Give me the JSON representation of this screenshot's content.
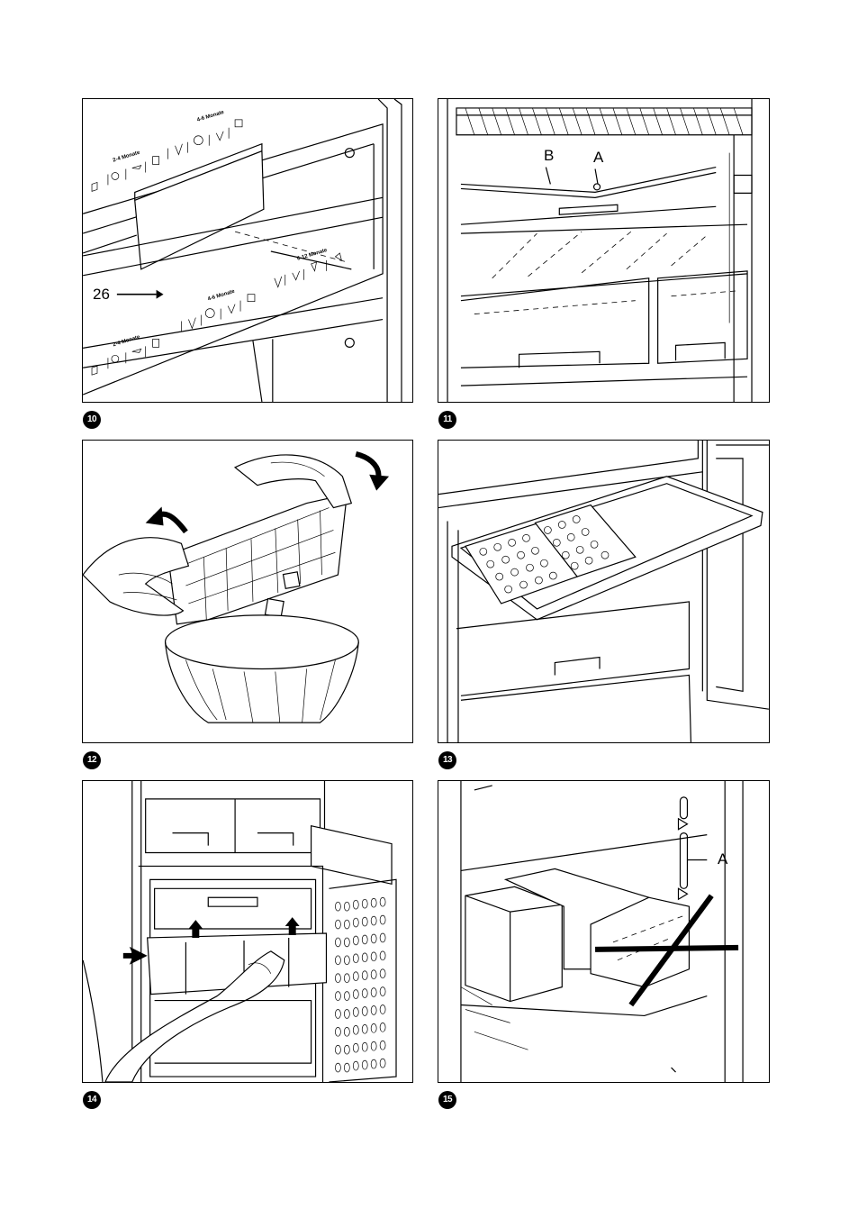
{
  "figures": [
    {
      "number": "10",
      "labels": {
        "arrow": "26"
      }
    },
    {
      "number": "11",
      "labels": {
        "b": "B",
        "a": "A"
      }
    },
    {
      "number": "12"
    },
    {
      "number": "13"
    },
    {
      "number": "14"
    },
    {
      "number": "15",
      "labels": {
        "a": "A"
      }
    }
  ],
  "panel10": {
    "upper_left": "2-4 Monate",
    "upper_right": "4-6 Monate",
    "lower_left": "2-4 Monate",
    "lower_mid": "4-6 Monate",
    "lower_right": "6-12 Monate"
  },
  "colors": {
    "ink": "#000000",
    "paper": "#ffffff"
  }
}
